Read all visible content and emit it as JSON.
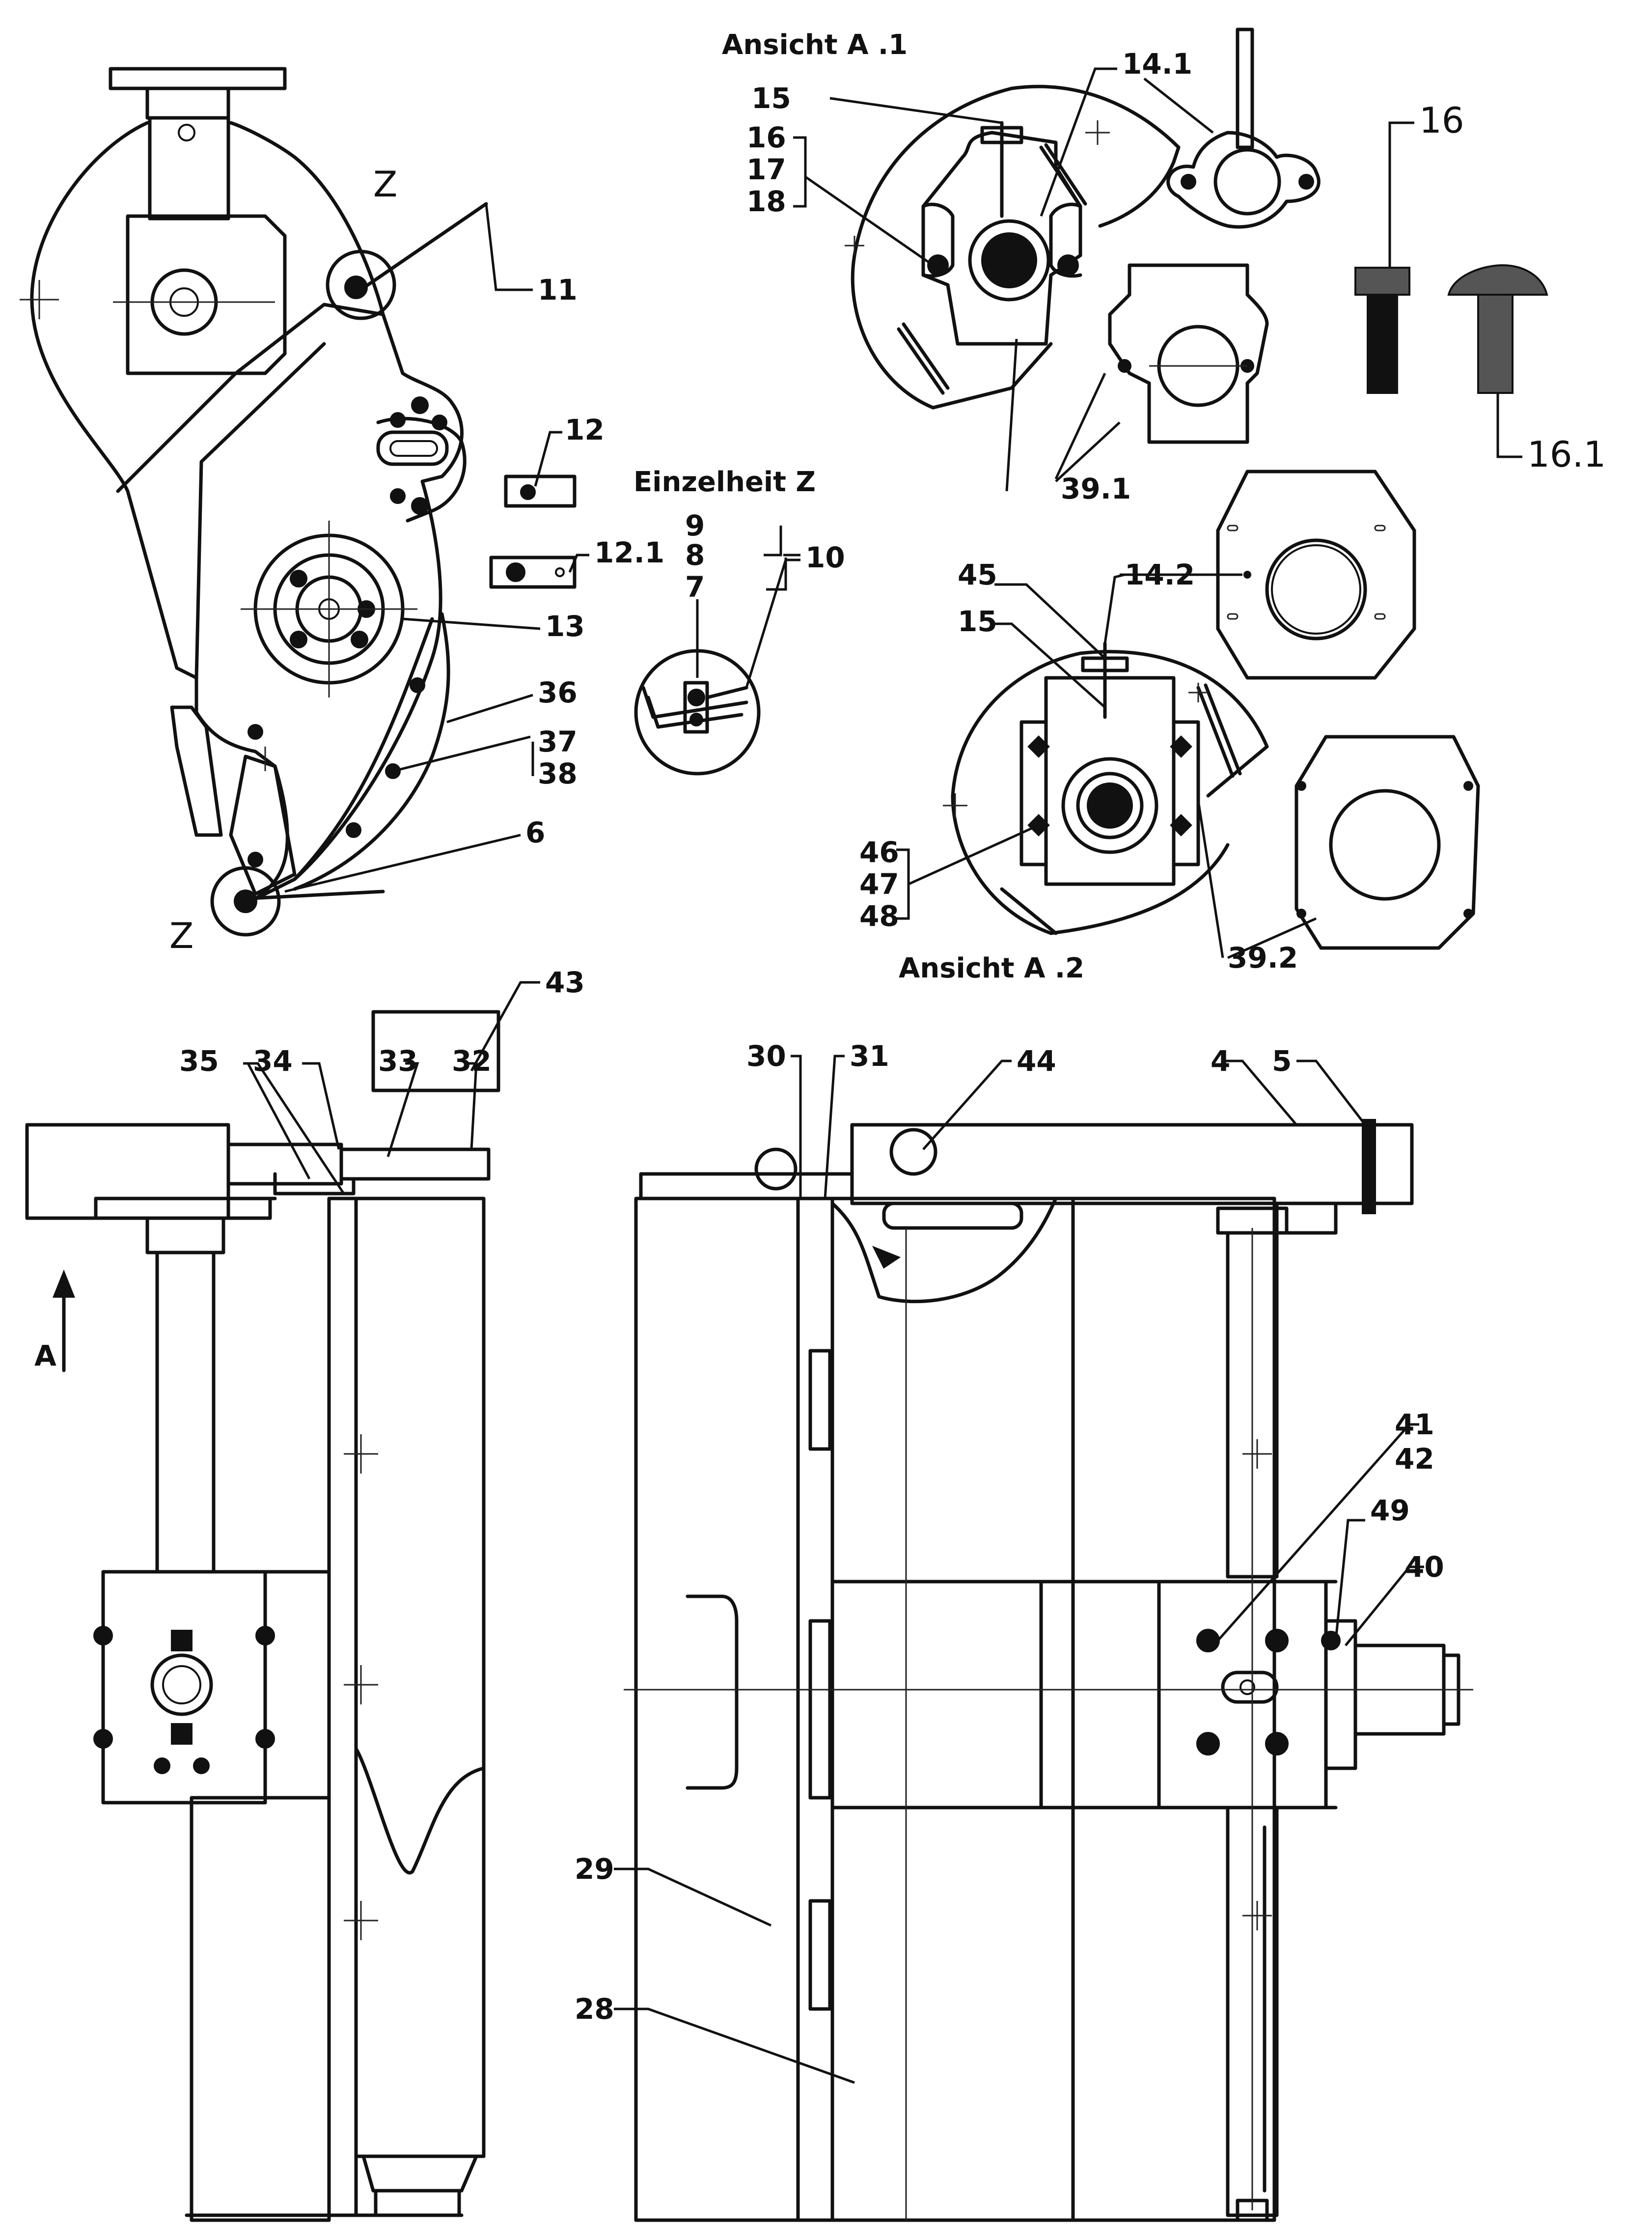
{
  "titles": {
    "view_a1": "Ansicht A .1",
    "view_a2": "Ansicht A .2",
    "detail_z": "Einzelheit Z"
  },
  "markers": {
    "z_top": "Z",
    "z_bottom": "Z",
    "arrow_a": "A"
  },
  "labels": {
    "l4": "4",
    "l5": "5",
    "l6": "6",
    "l7": "7",
    "l8": "8",
    "l9": "9",
    "l10": "10",
    "l11": "11",
    "l12": "12",
    "l12_1": "12.1",
    "l13": "13",
    "l14_1": "14.1",
    "l14_2": "14.2",
    "l15a": "15",
    "l15b": "15",
    "l16": "16",
    "l16_1": "16.1",
    "l17": "17",
    "l18": "18",
    "l28": "28",
    "l29": "29",
    "l30": "30",
    "l31": "31",
    "l32": "32",
    "l33": "33",
    "l34": "34",
    "l35": "35",
    "l36": "36",
    "l37": "37",
    "l38": "38",
    "l39_1": "39.1",
    "l39_2": "39.2",
    "l40": "40",
    "l41": "41",
    "l42": "42",
    "l43": "43",
    "l44": "44",
    "l45": "45",
    "l46": "46",
    "l47": "47",
    "l48": "48",
    "l49": "49",
    "l16a": "16"
  }
}
